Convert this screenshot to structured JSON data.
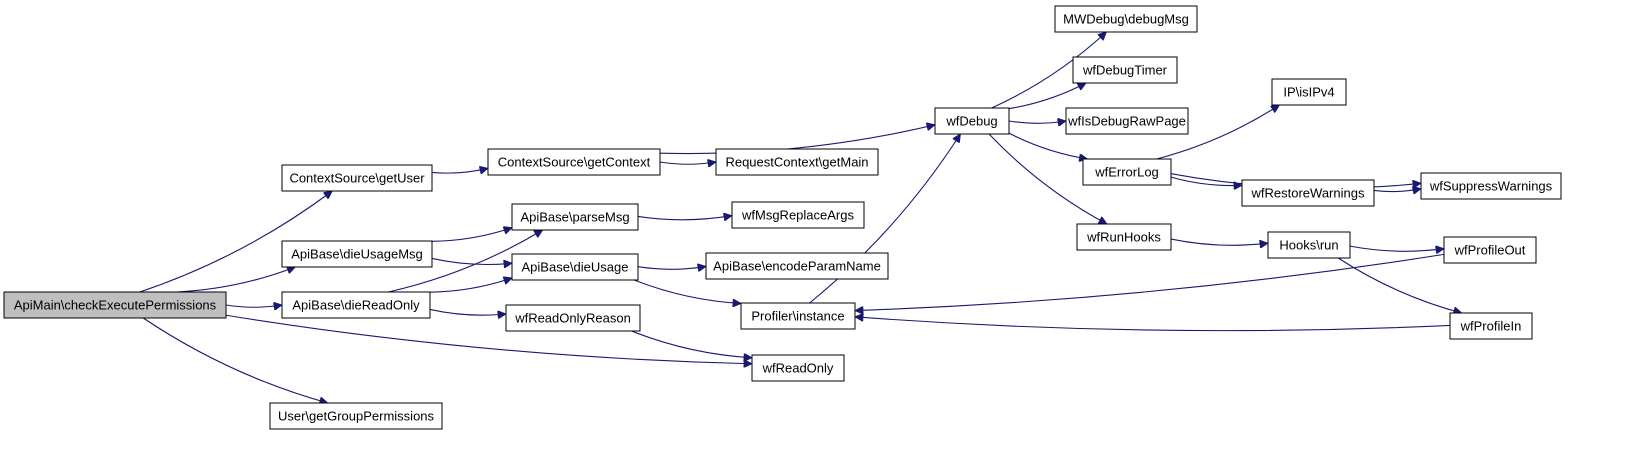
{
  "colors": {
    "edge": "#191970",
    "node_fill": "#ffffff",
    "node_highlight_fill": "#bfbfbf",
    "node_border": "#000000"
  },
  "nodes": [
    {
      "id": "n0",
      "label": "ApiMain\\checkExecutePermissions",
      "highlighted": true
    },
    {
      "id": "n1",
      "label": "ContextSource\\getUser"
    },
    {
      "id": "n2",
      "label": "ApiBase\\dieUsageMsg"
    },
    {
      "id": "n3",
      "label": "ApiBase\\dieReadOnly"
    },
    {
      "id": "n4",
      "label": "User\\getGroupPermissions"
    },
    {
      "id": "n5",
      "label": "ContextSource\\getContext"
    },
    {
      "id": "n6",
      "label": "ApiBase\\parseMsg"
    },
    {
      "id": "n7",
      "label": "ApiBase\\dieUsage"
    },
    {
      "id": "n8",
      "label": "wfReadOnlyReason"
    },
    {
      "id": "n9",
      "label": "RequestContext\\getMain"
    },
    {
      "id": "n10",
      "label": "wfMsgReplaceArgs"
    },
    {
      "id": "n11",
      "label": "ApiBase\\encodeParamName"
    },
    {
      "id": "n12",
      "label": "Profiler\\instance"
    },
    {
      "id": "n13",
      "label": "wfReadOnly"
    },
    {
      "id": "n14",
      "label": "wfDebug"
    },
    {
      "id": "n15",
      "label": "MWDebug\\debugMsg"
    },
    {
      "id": "n16",
      "label": "wfDebugTimer"
    },
    {
      "id": "n17",
      "label": "wfIsDebugRawPage"
    },
    {
      "id": "n18",
      "label": "wfErrorLog"
    },
    {
      "id": "n19",
      "label": "wfRunHooks"
    },
    {
      "id": "n20",
      "label": "IP\\isIPv4"
    },
    {
      "id": "n21",
      "label": "wfRestoreWarnings"
    },
    {
      "id": "n22",
      "label": "wfSuppressWarnings"
    },
    {
      "id": "n23",
      "label": "Hooks\\run"
    },
    {
      "id": "n24",
      "label": "wfProfileOut"
    },
    {
      "id": "n25",
      "label": "wfProfileIn"
    }
  ],
  "edges": [
    [
      "n0",
      "n1"
    ],
    [
      "n0",
      "n2"
    ],
    [
      "n0",
      "n3"
    ],
    [
      "n0",
      "n13"
    ],
    [
      "n0",
      "n4"
    ],
    [
      "n1",
      "n5"
    ],
    [
      "n5",
      "n14"
    ],
    [
      "n5",
      "n9"
    ],
    [
      "n2",
      "n6"
    ],
    [
      "n2",
      "n7"
    ],
    [
      "n3",
      "n6"
    ],
    [
      "n3",
      "n7"
    ],
    [
      "n3",
      "n8"
    ],
    [
      "n6",
      "n10"
    ],
    [
      "n7",
      "n11"
    ],
    [
      "n7",
      "n12"
    ],
    [
      "n8",
      "n13"
    ],
    [
      "n12",
      "n14"
    ],
    [
      "n14",
      "n15"
    ],
    [
      "n14",
      "n16"
    ],
    [
      "n14",
      "n17"
    ],
    [
      "n14",
      "n18"
    ],
    [
      "n14",
      "n19"
    ],
    [
      "n18",
      "n20"
    ],
    [
      "n18",
      "n22"
    ],
    [
      "n18",
      "n21"
    ],
    [
      "n21",
      "n22"
    ],
    [
      "n19",
      "n23"
    ],
    [
      "n23",
      "n24"
    ],
    [
      "n23",
      "n25"
    ],
    [
      "n24",
      "n12"
    ],
    [
      "n25",
      "n12"
    ]
  ]
}
